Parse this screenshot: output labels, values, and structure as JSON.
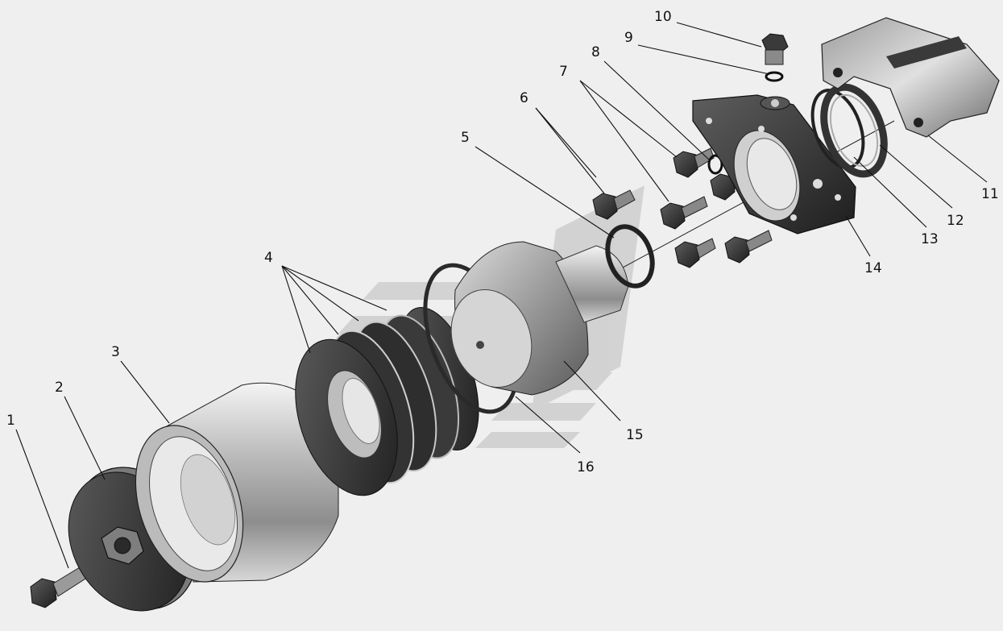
{
  "diagram": {
    "callouts": [
      {
        "id": "c1",
        "label": "1"
      },
      {
        "id": "c2",
        "label": "2"
      },
      {
        "id": "c3",
        "label": "3"
      },
      {
        "id": "c4",
        "label": "4"
      },
      {
        "id": "c5",
        "label": "5"
      },
      {
        "id": "c6",
        "label": "6"
      },
      {
        "id": "c7",
        "label": "7"
      },
      {
        "id": "c8",
        "label": "8"
      },
      {
        "id": "c9",
        "label": "9"
      },
      {
        "id": "c10",
        "label": "10"
      },
      {
        "id": "c11",
        "label": "11"
      },
      {
        "id": "c12",
        "label": "12"
      },
      {
        "id": "c13",
        "label": "13"
      },
      {
        "id": "c14",
        "label": "14"
      },
      {
        "id": "c15",
        "label": "15"
      },
      {
        "id": "c16",
        "label": "16"
      }
    ]
  },
  "colors": {
    "background": "#efefef",
    "metal_dark": "#2b2b2b",
    "metal_mid": "#8a8a8a",
    "metal_light": "#d9d9d9",
    "watermark": "#cfcfcf",
    "ink": "#111111"
  }
}
